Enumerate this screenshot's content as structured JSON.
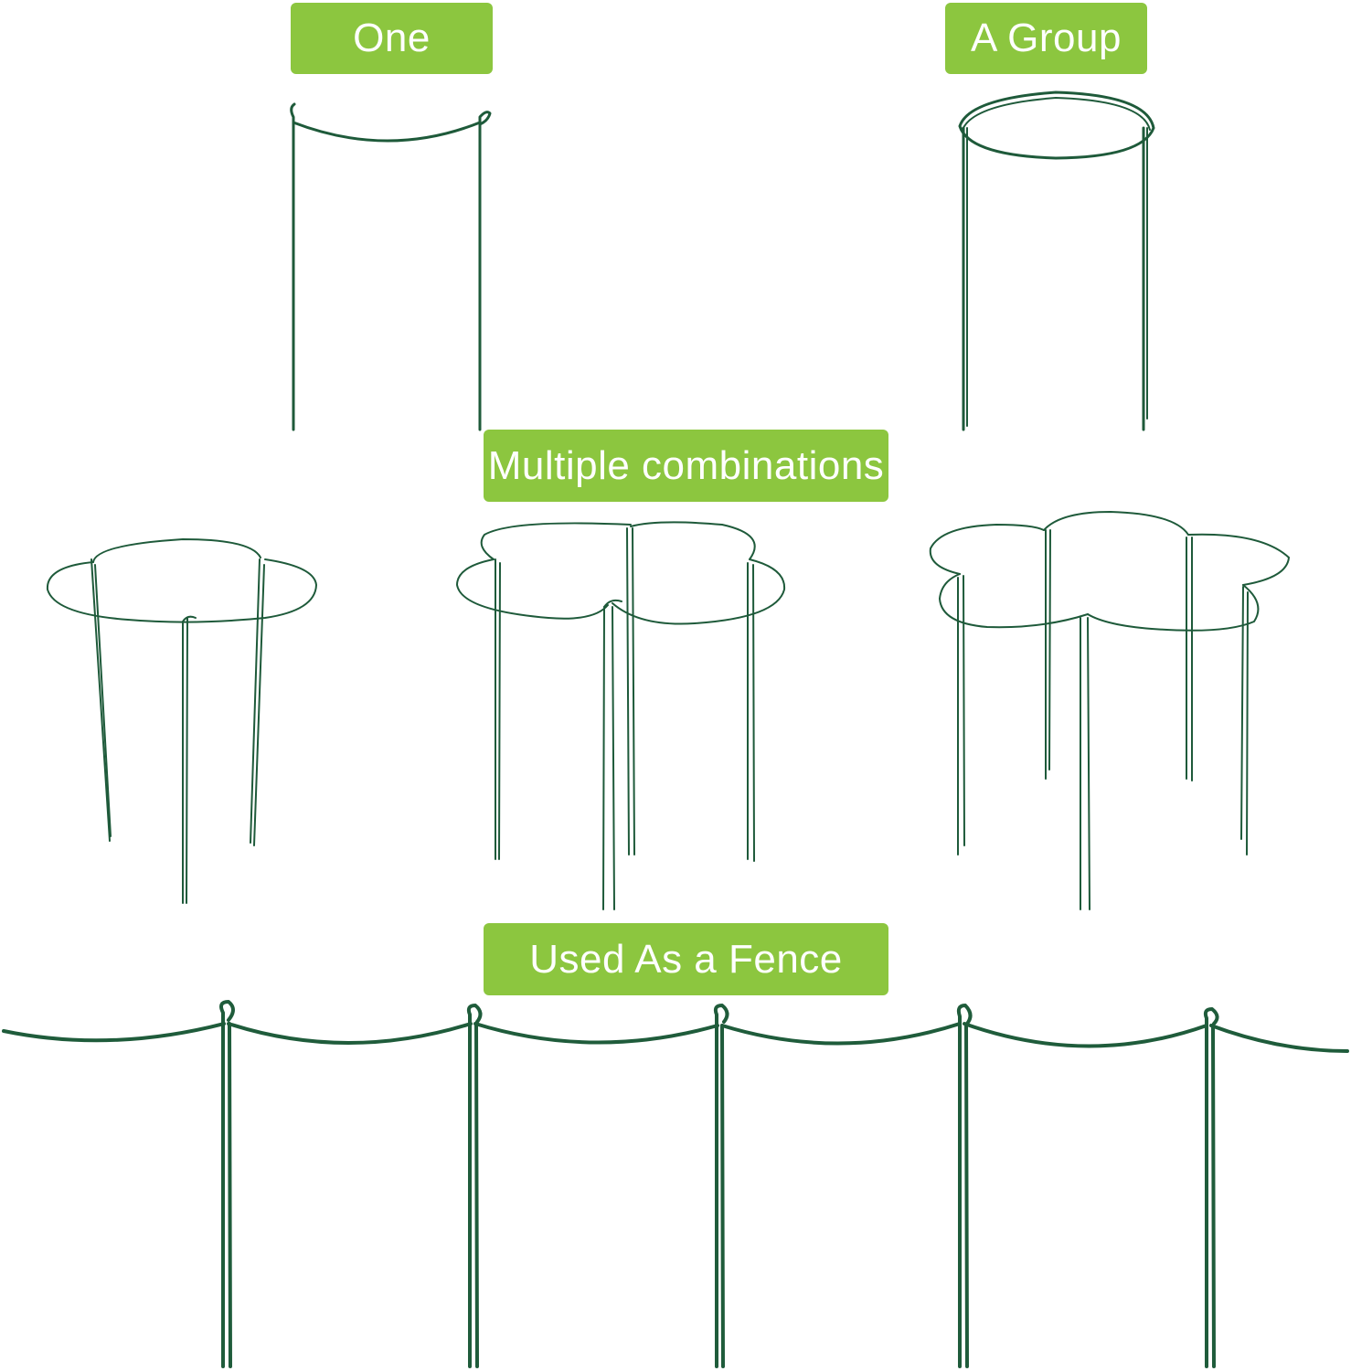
{
  "labels": {
    "one": "One",
    "group": "A Group",
    "multiple": "Multiple combinations",
    "fence": "Used As a Fence"
  },
  "colors": {
    "badge_background": "#8cc63f",
    "badge_text": "#ffffff",
    "wire": "#1e5a3a",
    "background": "#ffffff"
  }
}
